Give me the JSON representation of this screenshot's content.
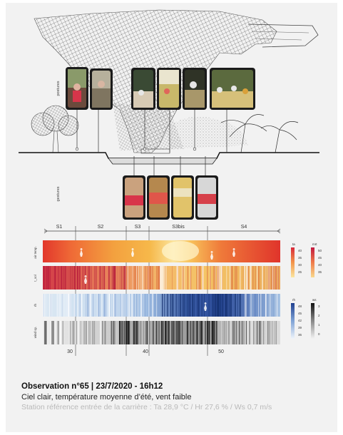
{
  "observation": {
    "title": "Observation n°65 | 23/7/2020 - 16h12",
    "conditions": "Ciel clair, température moyenne d’été, vent faible",
    "station": "Station référence entrée de la carrière : Ta 28,9 °C / Hr 27,6 % / Ws 0,7 m/s"
  },
  "diagram": {
    "labels": {
      "postures": "postures",
      "gestures": "gestures"
    },
    "sequences": [
      "S1",
      "S2",
      "S3",
      "S3bis",
      "S4"
    ],
    "rows": [
      "air temp.",
      "t_sol",
      "rh",
      "wind sp."
    ],
    "time_ticks": [
      "30",
      "40",
      "50"
    ],
    "legends": {
      "ta": {
        "title": "ta",
        "values": [
          "40",
          "35",
          "30",
          "25"
        ]
      },
      "mrt": {
        "title": "mrt",
        "values": [
          "50",
          "45",
          "40",
          "35"
        ]
      },
      "rh": {
        "title": "rh",
        "values": [
          "48",
          "45",
          "42",
          "39",
          "36"
        ]
      },
      "ws": {
        "title": "ws",
        "values": [
          "3",
          "2",
          "1",
          "0"
        ]
      }
    },
    "photos": {
      "postures": [
        "posture-photo-1",
        "posture-photo-2",
        "posture-photo-3",
        "posture-photo-4",
        "posture-photo-5",
        "posture-photo-6"
      ],
      "gestures": [
        "gesture-photo-1",
        "gesture-photo-2",
        "gesture-photo-3",
        "gesture-photo-4"
      ]
    }
  },
  "colors": {
    "temp_hot": "#e23a2c",
    "temp_warm": "#f6b73c",
    "temp_light": "#fbe9a0",
    "humidity_high": "#1f3f8f",
    "humidity_low": "#d9e8f3",
    "wind_dark": "#111111",
    "wind_light": "#eeeeee"
  }
}
